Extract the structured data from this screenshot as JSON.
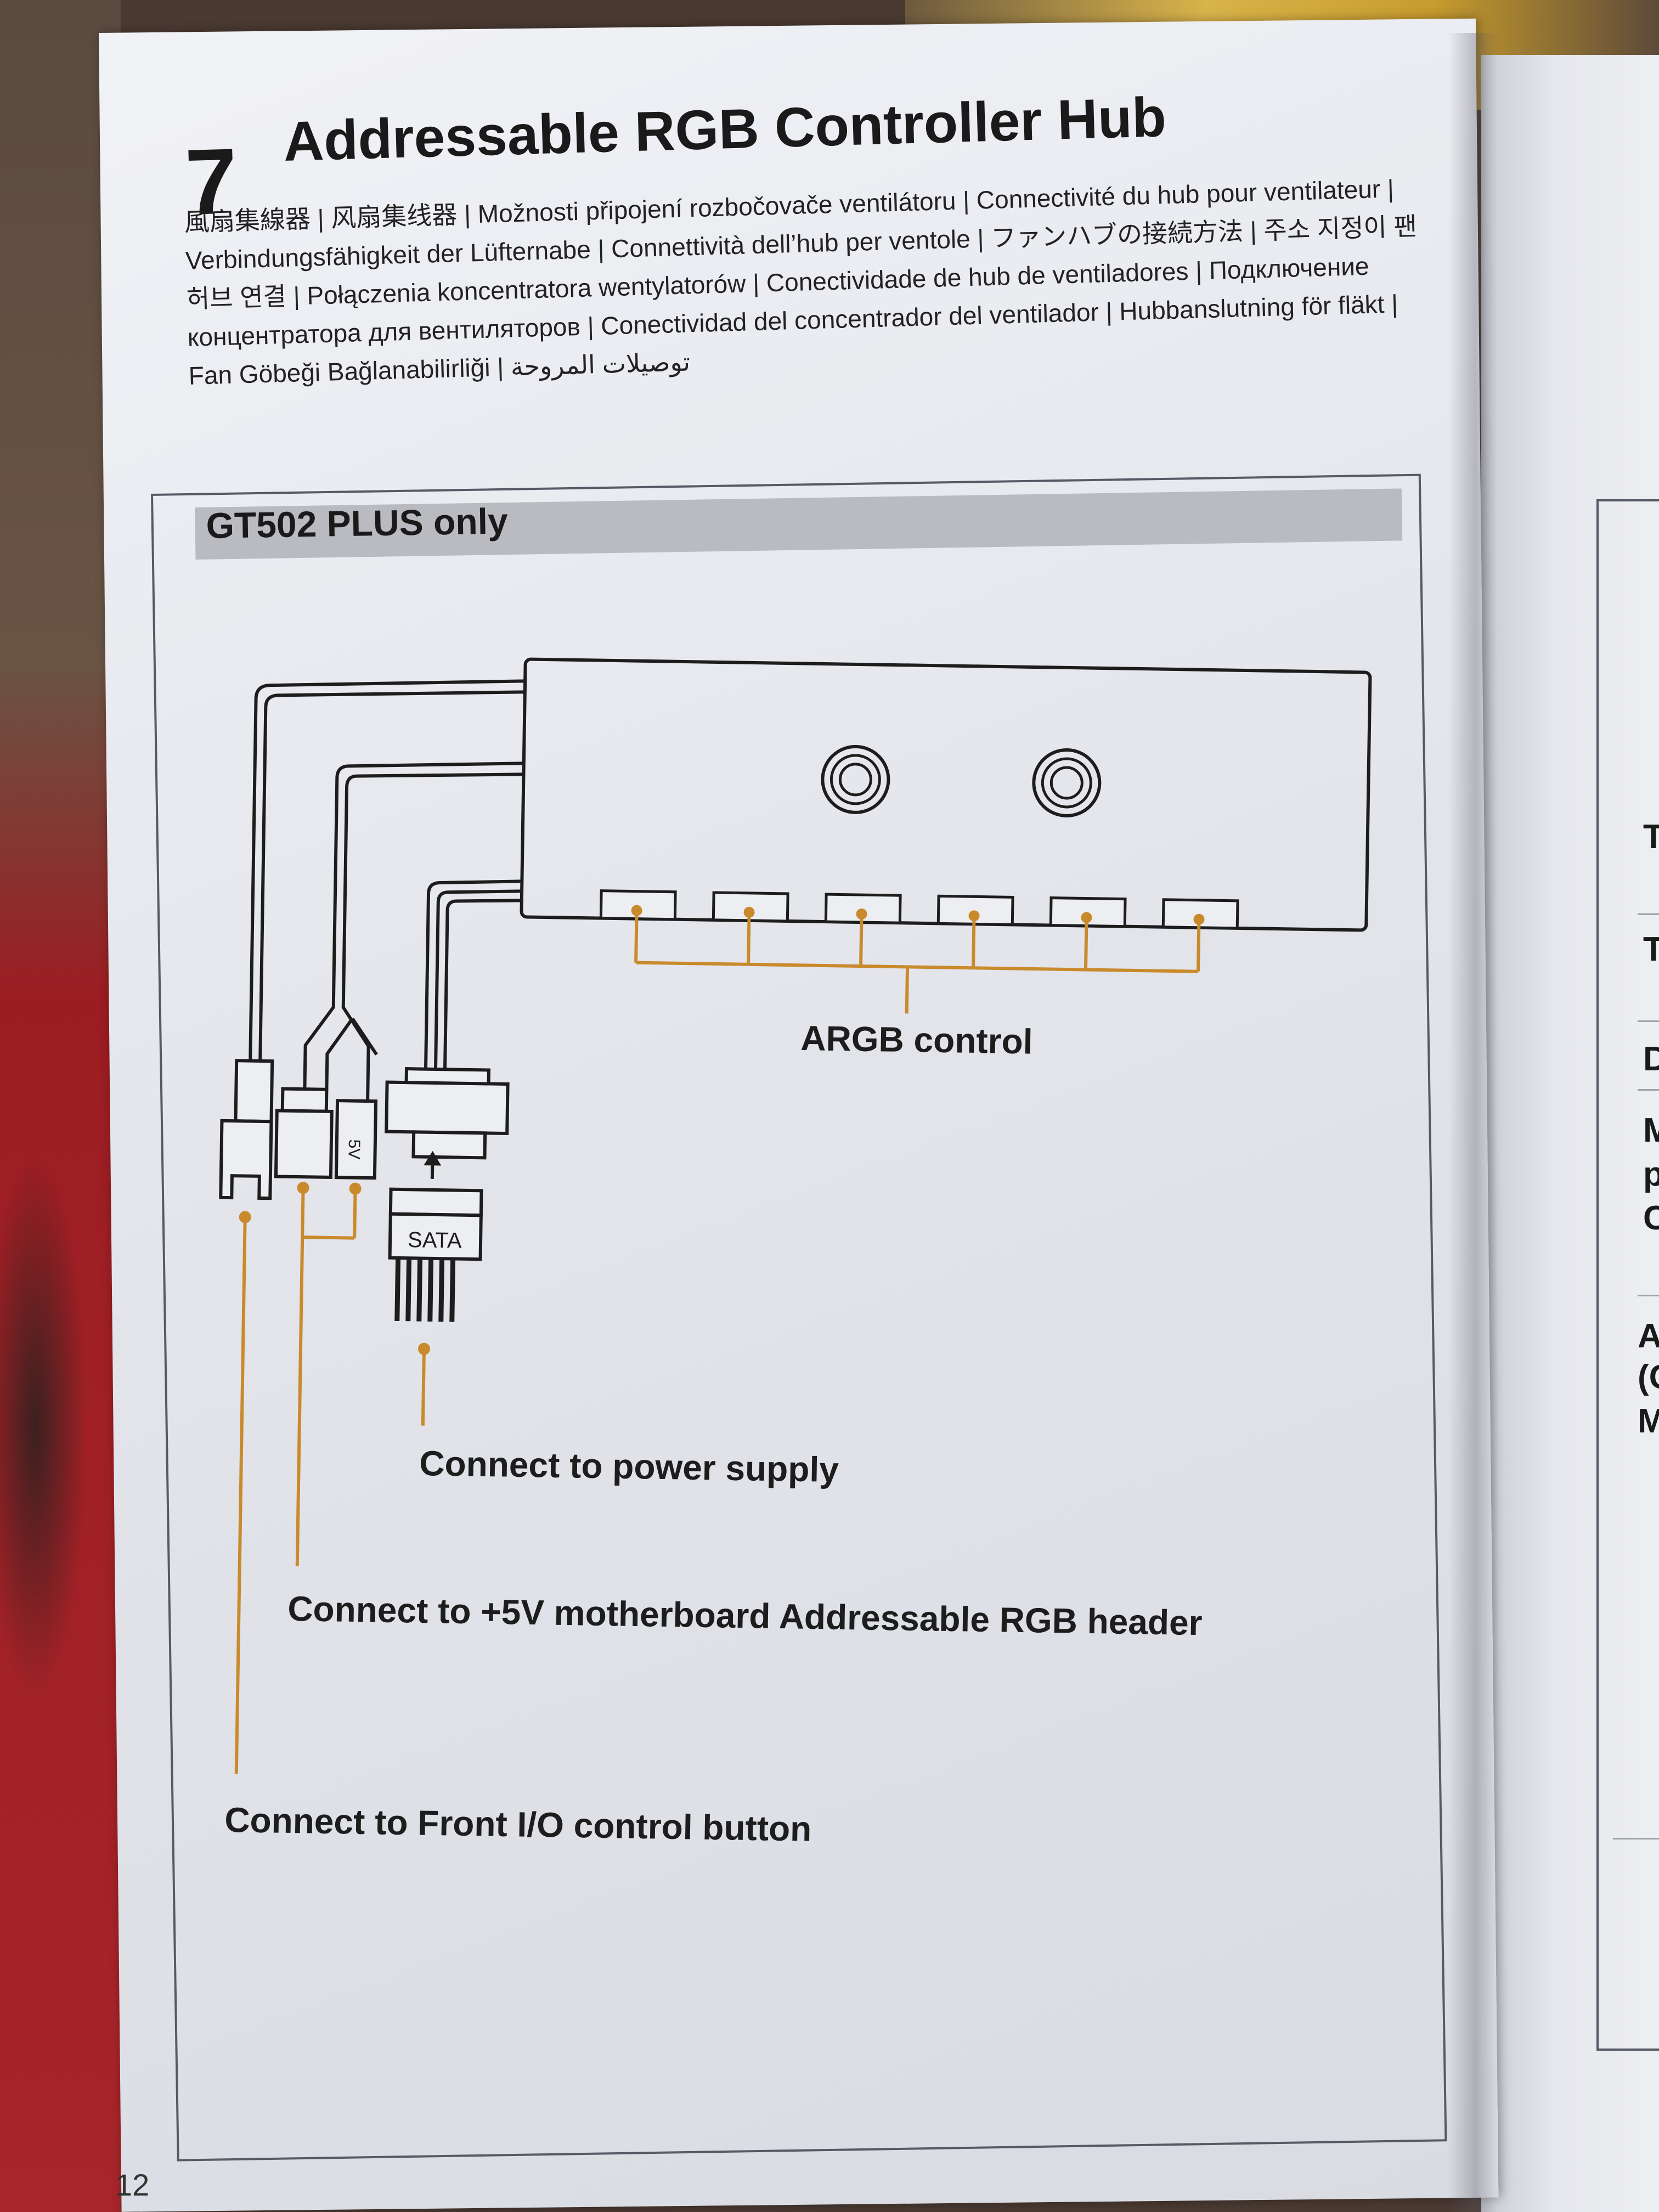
{
  "chapter": {
    "number": "7",
    "title": "Addressable RGB Controller Hub",
    "subtitle": "風扇集線器 | 风扇集线器 | Možnosti připojení rozbočovače ventilátoru | Connectivité du hub pour ventilateur | Verbindungsfähigkeit der Lüfternabe | Connettività dell’hub per ventole | ファンハブの接続方法 | 주소 지정이 팬 허브 연결 | Połączenia koncentratora wentylatorów | Conectividade de hub de ventiladores | Подключение концентратора для вентиляторов | Conectividad del concentrador del ventilador | Hubbanslutning för fläkt | Fan Göbeği Bağlanabilirliği | توصيلات المروحة"
  },
  "section": {
    "label": "GT502 PLUS only"
  },
  "diagram": {
    "argb_label": "ARGB control",
    "sata_label": "SATA",
    "connector_5v_label": "5V",
    "power_label": "Connect to power supply",
    "argb_header_label": "Connect to +5V motherboard Addressable RGB header",
    "front_io_label": "Connect to Front I/O control button",
    "leader_color": "#c98a2c",
    "line_color": "#1d1d1d"
  },
  "page": {
    "number": "12"
  },
  "right_page": {
    "letters": [
      "T",
      "T",
      "D",
      "M",
      "p",
      "C",
      "A",
      "(C",
      "M"
    ]
  }
}
